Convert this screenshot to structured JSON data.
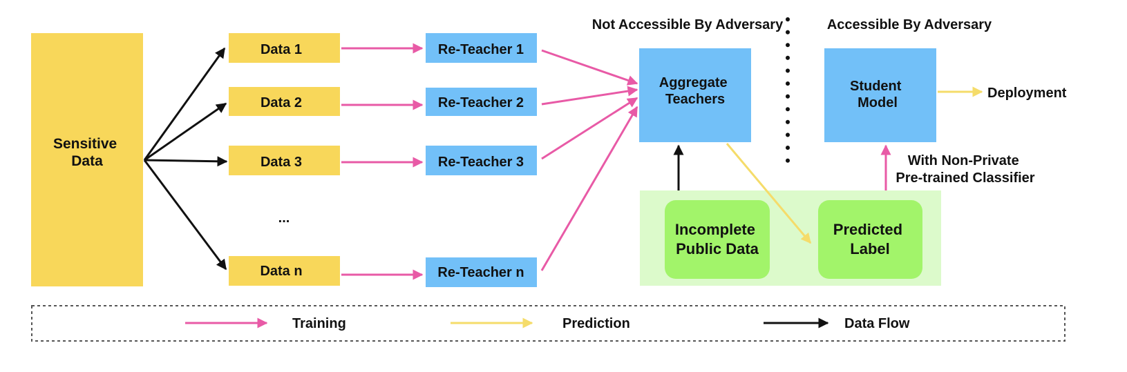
{
  "headers": {
    "not_accessible": "Not Accessible By Adversary",
    "accessible": "Accessible By Adversary"
  },
  "sensitive_data": [
    "Sensitive",
    "Data"
  ],
  "data_partitions": [
    "Data 1",
    "Data 2",
    "Data 3",
    "...",
    "Data n"
  ],
  "teachers": [
    "Re-Teacher 1",
    "Re-Teacher 2",
    "Re-Teacher 3",
    "Re-Teacher n"
  ],
  "aggregate": [
    "Aggregate",
    "Teachers"
  ],
  "student": [
    "Student",
    "Model"
  ],
  "deployment": "Deployment",
  "classifier_note": [
    "With Non-Private",
    "Pre-trained Classifier"
  ],
  "public_data": [
    "Incomplete",
    "Public Data"
  ],
  "predicted_label": [
    "Predicted",
    "Label"
  ],
  "legend": {
    "training": "Training",
    "prediction": "Prediction",
    "data_flow": "Data Flow"
  },
  "colors": {
    "data_box": "#f8d75a",
    "teacher_box": "#72c0f8",
    "public_zone": "#dcfacb",
    "public_box": "#a2f46a",
    "training_arrow": "#e85aa6",
    "prediction_arrow": "#f5dc6a",
    "data_flow_arrow": "#111111"
  }
}
